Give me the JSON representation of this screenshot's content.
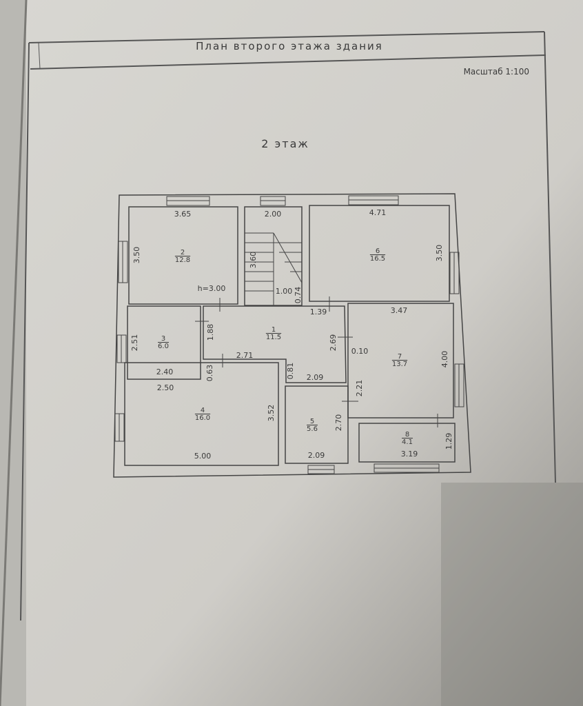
{
  "header": {
    "title": "План второго этажа здания",
    "scale": "Масштаб 1:100"
  },
  "floor_label": "2 этаж",
  "ceiling_height": "h=3.00",
  "rooms": [
    {
      "number": "1",
      "area": "11.5"
    },
    {
      "number": "2",
      "area": "12.8"
    },
    {
      "number": "3",
      "area": "6.0"
    },
    {
      "number": "4",
      "area": "16.0"
    },
    {
      "number": "5",
      "area": "5.6"
    },
    {
      "number": "6",
      "area": "16.5"
    },
    {
      "number": "7",
      "area": "13.7"
    },
    {
      "number": "8",
      "area": "4.1"
    }
  ],
  "dimensions": {
    "r2_width": "3.65",
    "r2_height": "3.50",
    "stair_width": "2.00",
    "stair_length": "3.60",
    "stair_landing": "1.00",
    "stair_gap": "0.74",
    "r6_width": "4.71",
    "r6_height": "3.50",
    "r1_top": "1.39",
    "r1_right": "2.69",
    "r1_left": "1.88",
    "r1_mid": "2.71",
    "r1_bottom": "2.09",
    "r1_step": "0.81",
    "r1_notch": "0.63",
    "r3_height": "2.51",
    "r3_width": "2.40",
    "r4_top": "2.50",
    "r4_height": "3.52",
    "r4_width": "5.00",
    "r5_height": "2.70",
    "r5_width": "2.09",
    "r7_width": "3.47",
    "r7_height": "4.00",
    "r7_offset": "0.10",
    "r7_lower": "2.21",
    "r8_width": "3.19",
    "r8_height": "1.29"
  }
}
